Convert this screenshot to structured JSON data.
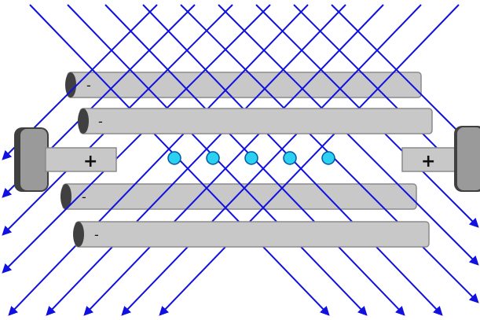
{
  "diagram": {
    "colors": {
      "background": "#ffffff",
      "laser": "#1010e0",
      "rod_fill": "#c8c8c8",
      "rod_edge": "#8a8a8a",
      "rod_end": "#404040",
      "ion_fill": "#2cd0f0",
      "ion_edge": "#0058a0",
      "label": "#111111"
    },
    "rods": [
      {
        "id": "rod-top-back",
        "charge": "-"
      },
      {
        "id": "rod-top-front",
        "charge": "-"
      },
      {
        "id": "rod-bottom-back",
        "charge": "-"
      },
      {
        "id": "rod-bottom-front",
        "charge": "-"
      }
    ],
    "endcaps": [
      {
        "id": "endcap-left",
        "charge": "+"
      },
      {
        "id": "endcap-right",
        "charge": "+"
      }
    ],
    "ions": {
      "count": 5
    },
    "beams": {
      "set_a_count": 9,
      "set_b_count": 9
    }
  }
}
